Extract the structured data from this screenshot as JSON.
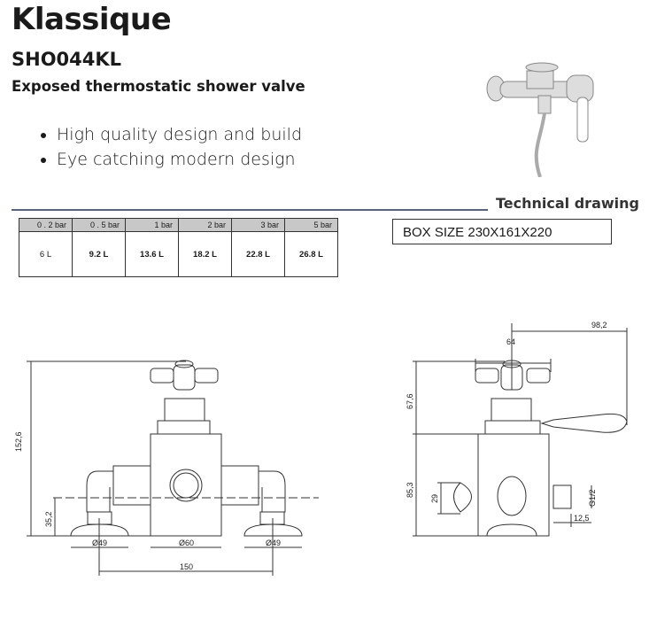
{
  "header": {
    "title": "Klassique",
    "code": "SHO044KL",
    "subtitle": "Exposed thermostatic shower valve"
  },
  "features": [
    "High quality design and build",
    "Eye catching modern design"
  ],
  "section_title": "Technical drawing",
  "flow_table": {
    "headers": [
      "0 . 2 bar",
      "0 . 5 bar",
      "1  bar",
      "2  bar",
      "3  bar",
      "5  bar"
    ],
    "values": [
      "6  L",
      "9.2 L",
      "13.6  L",
      "18.2  L",
      "22.8 L",
      "26.8  L"
    ]
  },
  "box_size": "BOX SIZE  230X161X220",
  "dimensions": {
    "front": {
      "height": "152,6",
      "inlet_height": "35,2",
      "left_base": "Ø49",
      "body": "Ø60",
      "right_base": "Ø49",
      "centres": "150"
    },
    "side": {
      "depth": "98,2",
      "handle": "64",
      "upper": "67,6",
      "lower": "85,3",
      "outlet": "29",
      "thread": "G1/2",
      "thread_len": "12,5"
    }
  }
}
